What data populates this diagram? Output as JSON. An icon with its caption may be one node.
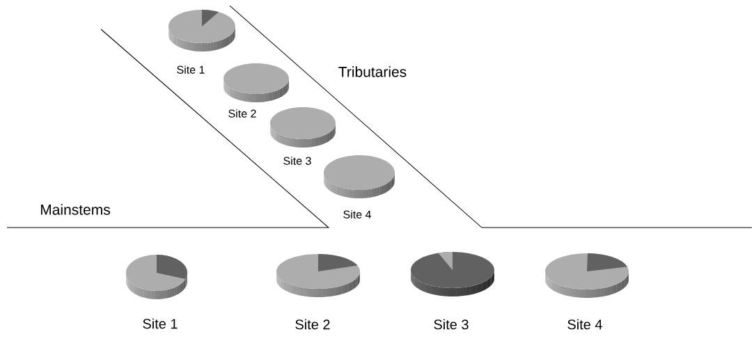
{
  "diagram": {
    "nodes": [
      {
        "text": [
          "Site 1"
        ]
      },
      {
        "text": [
          "Site 2"
        ]
      },
      {
        "text": [
          "Site 3"
        ]
      },
      {
        "text": [
          "Site 4"
        ]
      },
      {
        "text": [
          "Site 1"
        ]
      },
      {
        "text": [
          "Site 2"
        ]
      },
      {
        "text": [
          "Site 3"
        ]
      },
      {
        "text": [
          "Site 4"
        ]
      }
    ],
    "labels": [
      "Tributaries",
      "Mainstems"
    ]
  }
}
